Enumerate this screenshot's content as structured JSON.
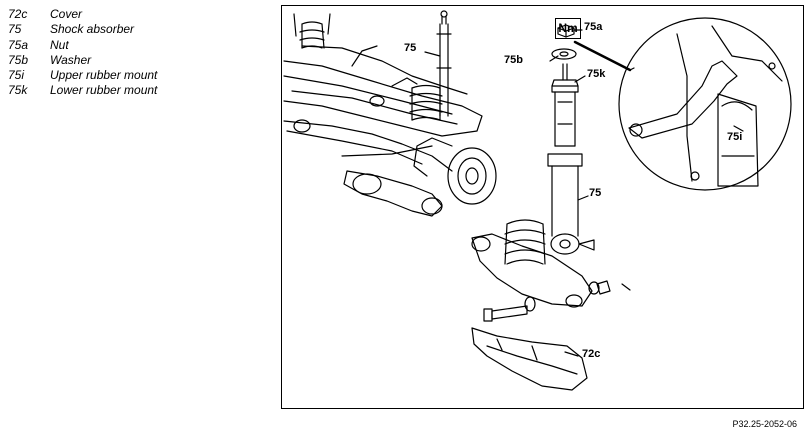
{
  "legend": [
    {
      "code": "72c",
      "label": "Cover"
    },
    {
      "code": "75",
      "label": "Shock absorber"
    },
    {
      "code": "75a",
      "label": "Nut"
    },
    {
      "code": "75b",
      "label": "Washer"
    },
    {
      "code": "75i",
      "label": "Upper rubber mount"
    },
    {
      "code": "75k",
      "label": "Lower rubber mount"
    }
  ],
  "callouts": {
    "left_75": "75",
    "nm": "Nm",
    "c75a": "75a",
    "c75b": "75b",
    "c75k": "75k",
    "c75_main": "75",
    "c75i": "75i",
    "c72c": "72c"
  },
  "caption": "P32.25-2052-06"
}
